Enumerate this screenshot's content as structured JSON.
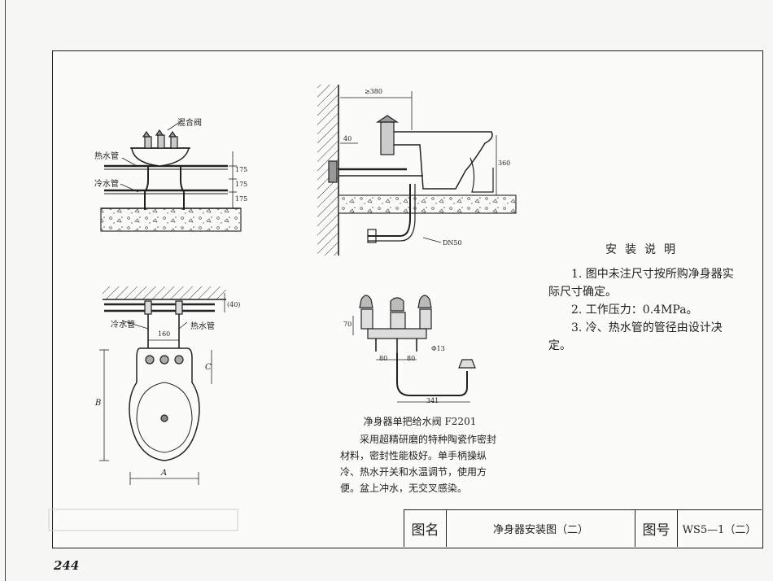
{
  "labels": {
    "mixing_valve": "混合阀",
    "hot_pipe_front": "热水管",
    "cold_pipe_front": "冷水管",
    "cold_pipe_plan": "冷水管",
    "hot_pipe_plan": "热水管",
    "drain": "DN50"
  },
  "dimensions": {
    "front_175_a": "175",
    "front_175_b": "175",
    "front_175_c": "175",
    "plan_40": "(40)",
    "plan_160": "160",
    "plan_B": "B",
    "plan_C": "C",
    "plan_A": "A",
    "side_380": "≥380",
    "side_40": "40",
    "side_360": "360",
    "valve_70": "70",
    "valve_80a": "80",
    "valve_80b": "80",
    "valve_phi13": "Φ13",
    "valve_341": "341"
  },
  "valve_description": {
    "title": "净身器单把给水阀 F2201",
    "text": "采用超精研磨的特种陶瓷作密封材料，密封性能极好。单手柄操纵冷、热水开关和水温调节，使用方便。盆上冲水，无交叉感染。"
  },
  "notes": {
    "title": "安装说明",
    "items": [
      "1. 图中未注尺寸按所购净身器实际尺寸确定。",
      "2. 工作压力：0.4MPa。",
      "3. 冷、热水管的管径由设计决定。"
    ]
  },
  "title_block": {
    "name_label": "图名",
    "name_value": "净身器安装图（二）",
    "number_label": "图号",
    "number_value": "WS5—1（二）"
  },
  "page_number": "244"
}
